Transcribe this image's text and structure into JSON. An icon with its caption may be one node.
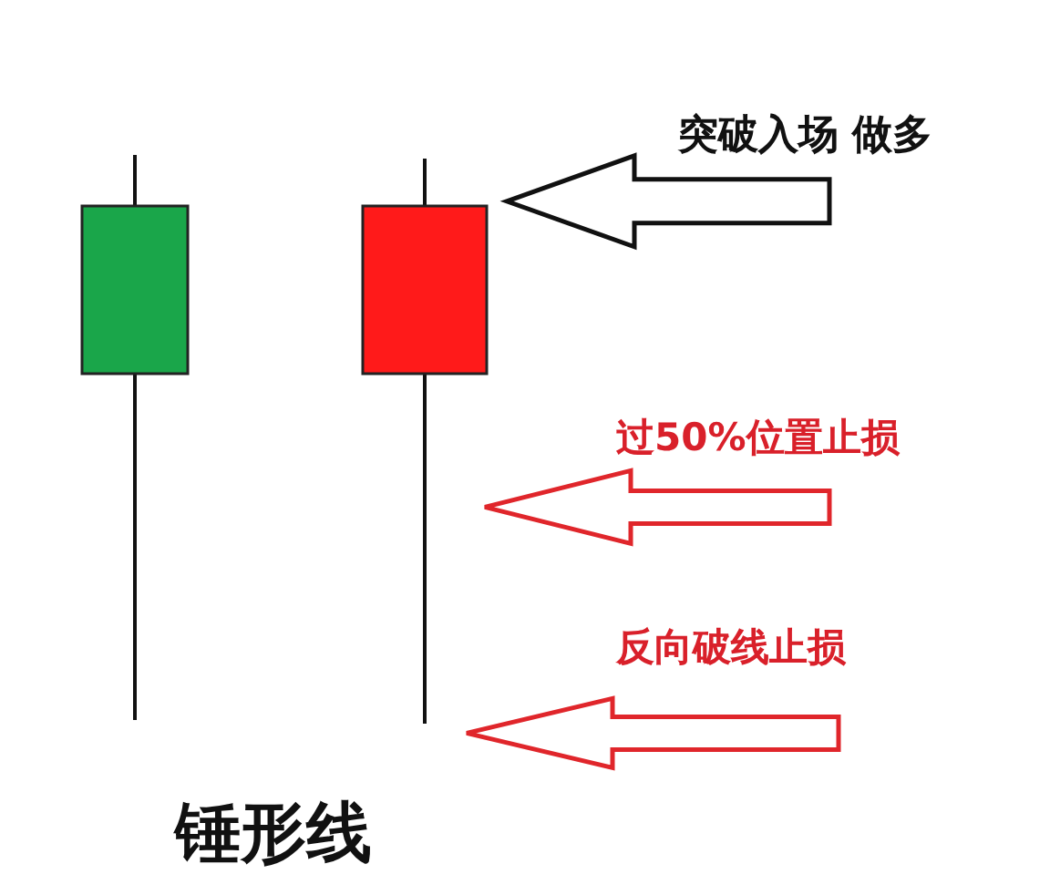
{
  "diagram": {
    "caption": "锤形线",
    "nodes": [
      {
        "text": [],
        "shape": "bar"
      },
      {
        "text": [],
        "shape": "bar"
      },
      {
        "text": [
          "突破入场 做多"
        ]
      },
      {
        "text": [
          "过50%位置止损"
        ]
      },
      {
        "text": [
          "反向破线止损"
        ]
      }
    ],
    "edges": [
      {
        "from": 2,
        "to": 1,
        "arrow": "to",
        "color": "#111111"
      },
      {
        "from": 3,
        "to": null,
        "arrow": "to"
      },
      {
        "from": 4,
        "to": null,
        "arrow": "to"
      }
    ]
  }
}
